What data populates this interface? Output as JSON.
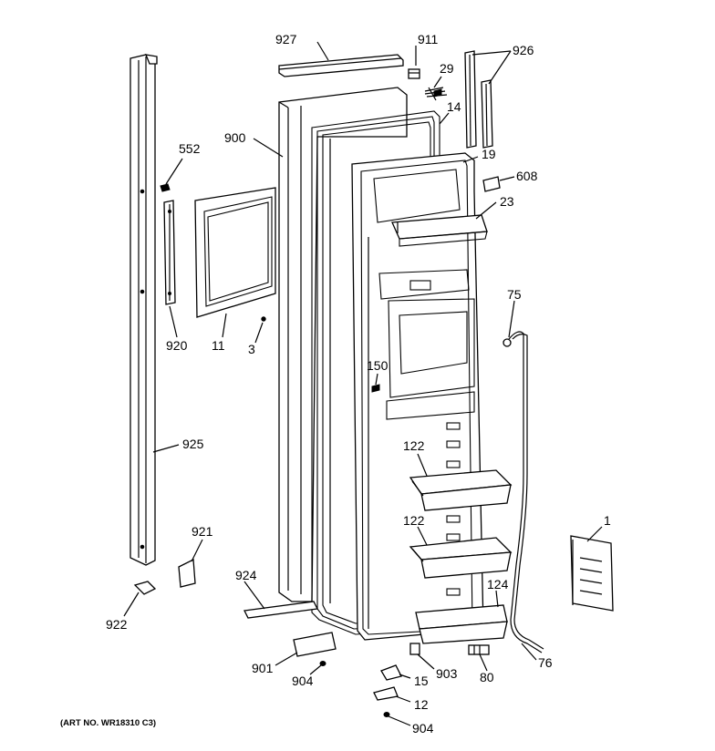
{
  "labels": {
    "p927": "927",
    "p911": "911",
    "p29": "29",
    "p926": "926",
    "p14": "14",
    "p900": "900",
    "p552": "552",
    "p19": "19",
    "p608": "608",
    "p23": "23",
    "p920": "920",
    "p11": "11",
    "p3": "3",
    "p75": "75",
    "p150": "150",
    "p925": "925",
    "p122a": "122",
    "p122b": "122",
    "p1": "1",
    "p921": "921",
    "p924": "924",
    "p124": "124",
    "p922": "922",
    "p901": "901",
    "p904a": "904",
    "p903": "903",
    "p80": "80",
    "p76": "76",
    "p15": "15",
    "p12": "12",
    "p904b": "904"
  },
  "art_no": "(ART NO. WR18310 C3)"
}
